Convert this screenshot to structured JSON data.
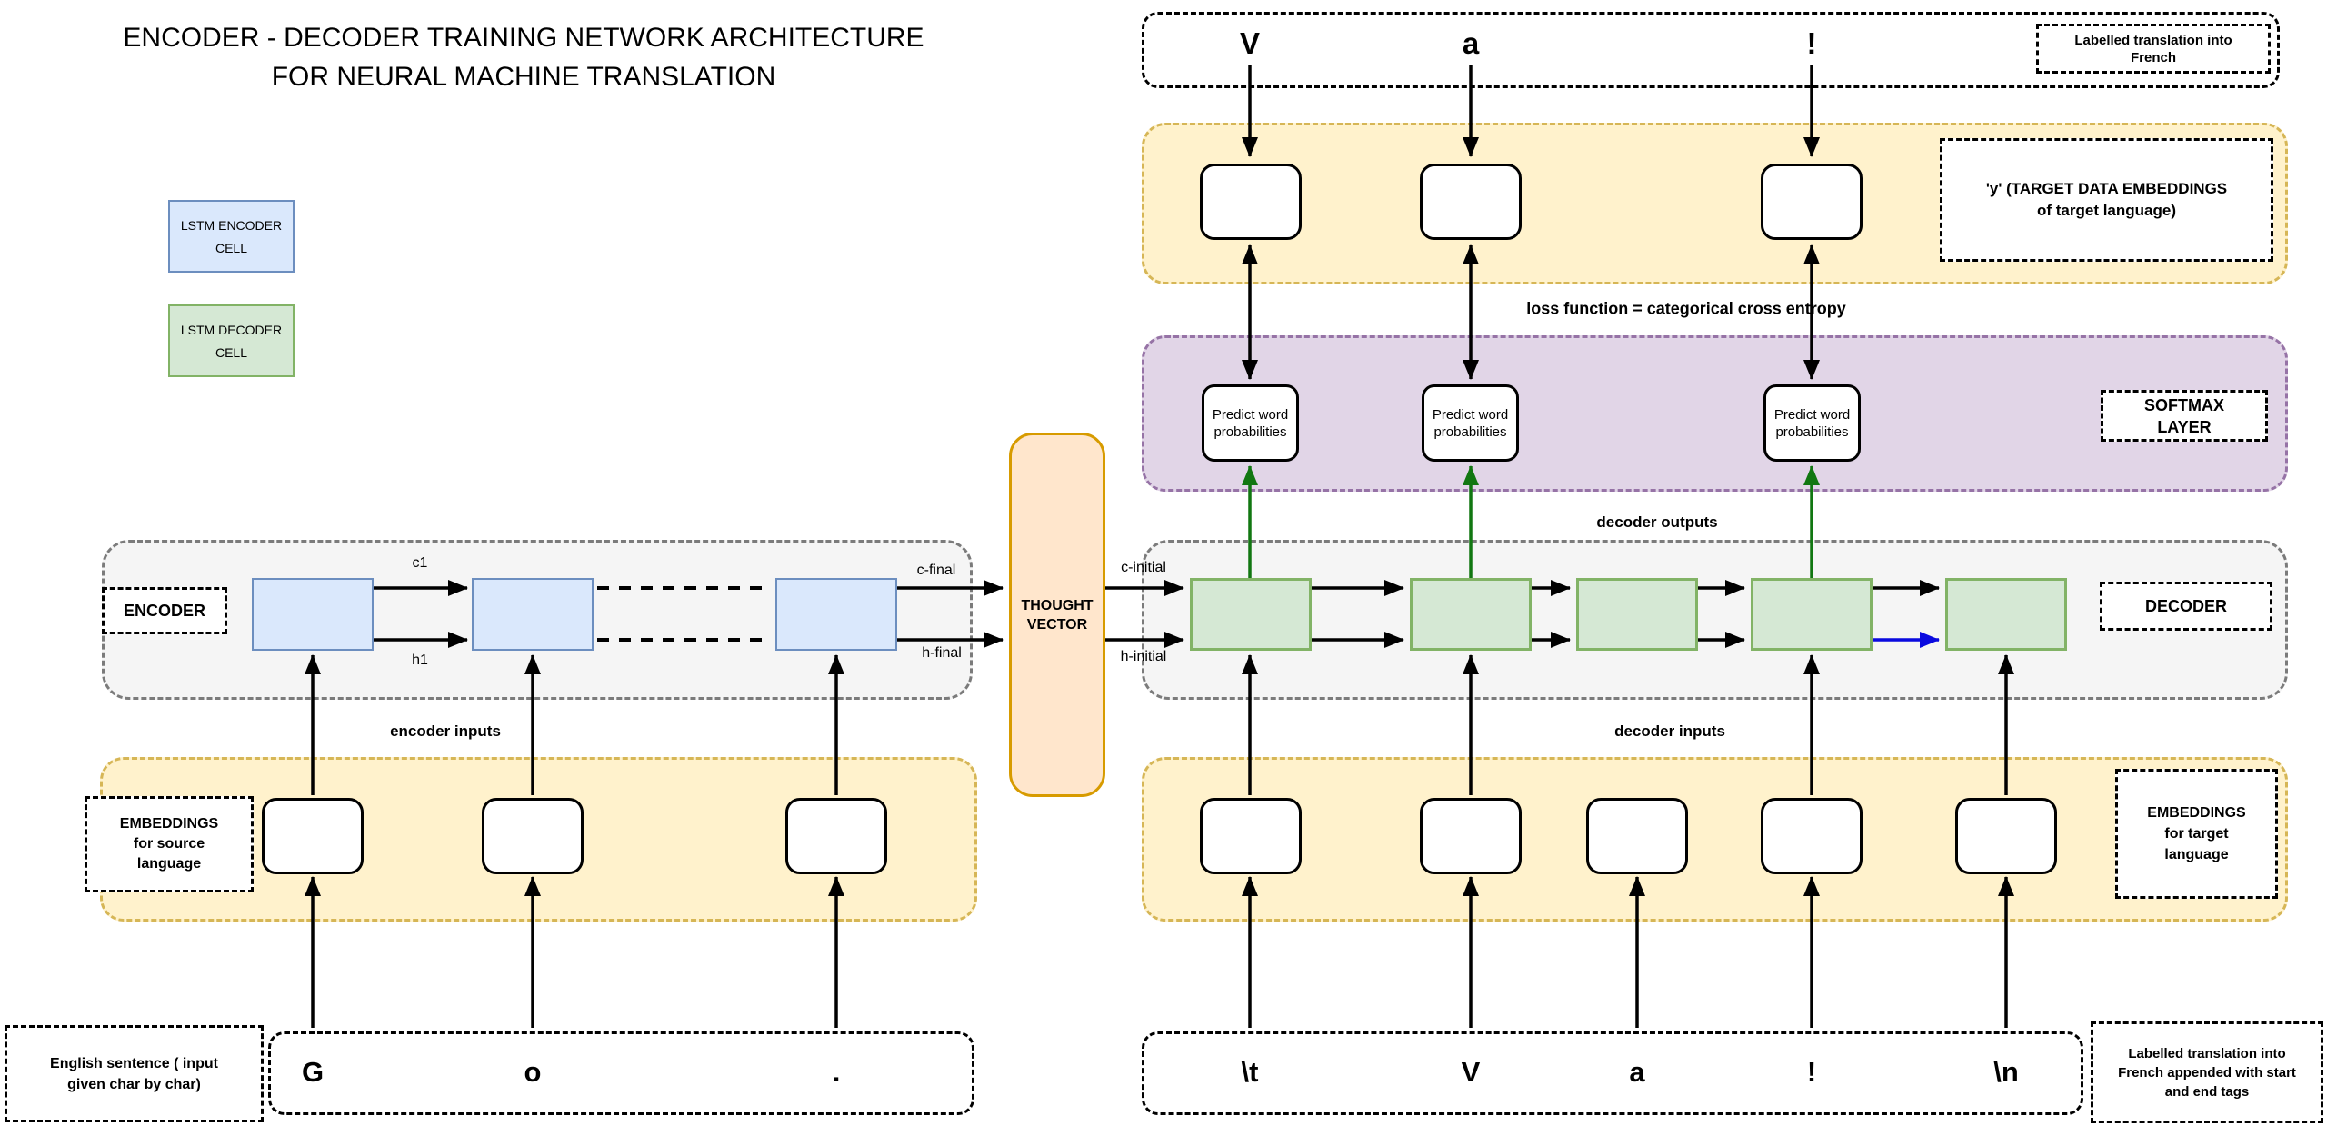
{
  "title": "ENCODER - DECODER TRAINING NETWORK ARCHITECTURE FOR NEURAL MACHINE TRANSLATION",
  "legend": {
    "encoder_cell": {
      "line1": "LSTM ENCODER",
      "line2": "CELL"
    },
    "decoder_cell": {
      "line1": "LSTM DECODER",
      "line2": "CELL"
    }
  },
  "top_output_row": {
    "chars": [
      "V",
      "a",
      "!"
    ],
    "note": "Labelled translation into French"
  },
  "y_embeddings": {
    "label": "'y' (TARGET DATA EMBEDDINGS of target language)"
  },
  "loss_label": "loss function = categorical cross entropy",
  "softmax_row": {
    "predict_label": "Predict word probabilities",
    "layer_label": "SOFTMAX LAYER"
  },
  "decoder_outputs_label": "decoder outputs",
  "encoder_row": {
    "label": "ENCODER",
    "c1": "c1",
    "h1": "h1",
    "c_final": "c-final",
    "h_final": "h-final"
  },
  "thought_vector": {
    "label": "THOUGHT VECTOR",
    "c_initial": "c-initial",
    "h_initial": "h-initial"
  },
  "decoder_row": {
    "label": "DECODER"
  },
  "encoder_inputs_label": "encoder inputs",
  "decoder_inputs_label": "decoder inputs",
  "source_embeddings": {
    "label": "EMBEDDINGS for source language"
  },
  "target_embeddings": {
    "label": "EMBEDDINGS for target language"
  },
  "source_input_row": {
    "chars": [
      "G",
      "o",
      "."
    ],
    "note": "English sentence ( input given char by char)"
  },
  "target_input_row": {
    "chars": [
      "\\t",
      "V",
      "a",
      "!",
      "\\n"
    ],
    "note": "Labelled translation into French appended with start and end tags"
  },
  "colors": {
    "encoder_cell_fill": "#dae8fc",
    "encoder_cell_border": "#6c8ebf",
    "decoder_cell_fill": "#d5e8d4",
    "decoder_cell_border": "#82b366",
    "embeddings_fill": "#fff2cc",
    "embeddings_border": "#d6b656",
    "softmax_fill": "#e1d5e7",
    "softmax_border": "#9673a6",
    "thought_vector_fill": "#ffe6cc",
    "thought_vector_border": "#d79b00",
    "lstm_row_fill": "#f5f5f5",
    "lstm_row_border": "#7b7b7b",
    "output_arrow_green": "#117711",
    "last_state_arrow_blue": "#0a0adf"
  }
}
